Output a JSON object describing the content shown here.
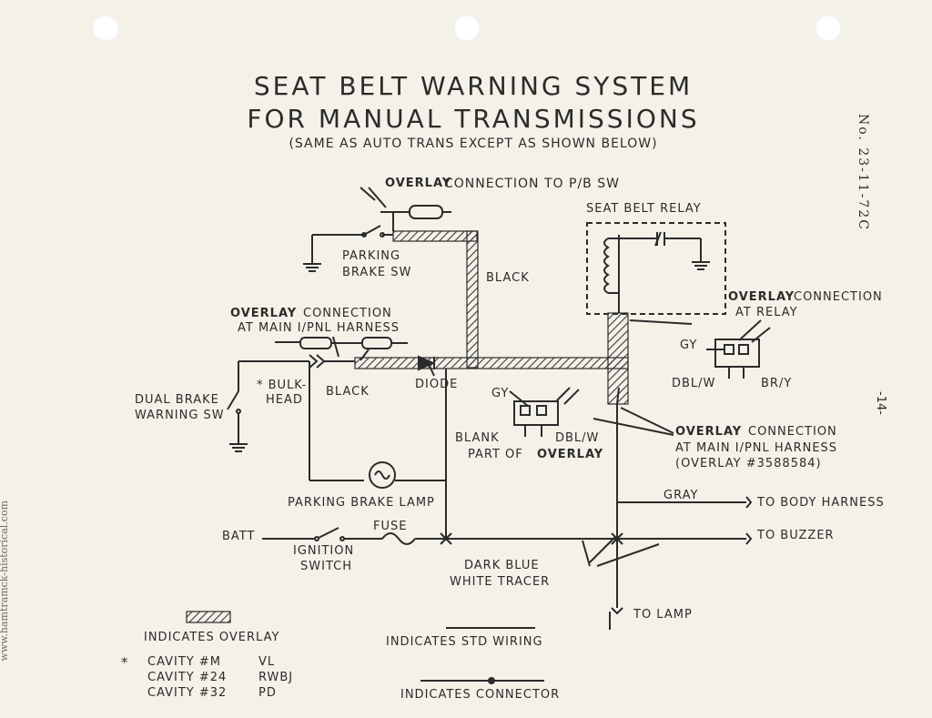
{
  "title": {
    "line1": "SEAT BELT WARNING SYSTEM",
    "line2": "FOR MANUAL TRANSMISSIONS",
    "line3": "(SAME AS AUTO TRANS EXCEPT AS SHOWN BELOW)"
  },
  "side": {
    "doc_no": "No. 23-11-72C",
    "page": "-14-",
    "watermark": "www.hamtramck-historical.com"
  },
  "labels": {
    "overlay_pb_a": "OVERLAY",
    "overlay_pb_b": "CONNECTION TO P/B SW",
    "parking_brake_sw_1": "PARKING",
    "parking_brake_sw_2": "BRAKE SW",
    "black_vertical": "BLACK",
    "seat_belt_relay": "SEAT BELT RELAY",
    "overlay_main_a": "OVERLAY",
    "overlay_main_b": "CONNECTION",
    "overlay_main_c": "AT MAIN I/PNL HARNESS",
    "overlay_relay_a": "OVERLAY",
    "overlay_relay_b": "CONNECTION",
    "overlay_relay_c": "AT RELAY",
    "gy_relay": "GY",
    "dblw_relay": "DBL/W",
    "bry_relay": "BR/Y",
    "bulkhead_1": "* BULK-",
    "bulkhead_2": "HEAD",
    "black_lower": "BLACK",
    "diode": "DIODE",
    "dual_brake_1": "DUAL BRAKE",
    "dual_brake_2": "WARNING SW",
    "gy_lower": "GY",
    "blank": "BLANK",
    "dblw_lower": "DBL/W",
    "part_of_overlay_a": "PART OF",
    "part_of_overlay_b": "OVERLAY",
    "overlay_conn2_a": "OVERLAY",
    "overlay_conn2_b": "CONNECTION",
    "overlay_conn2_c": "AT MAIN I/PNL HARNESS",
    "overlay_conn2_d": "(OVERLAY #3588584)",
    "gray": "GRAY",
    "to_body_harness": "TO BODY HARNESS",
    "parking_brake_lamp": "PARKING BRAKE LAMP",
    "batt": "BATT",
    "fuse": "FUSE",
    "to_buzzer": "TO BUZZER",
    "ignition_1": "IGNITION",
    "ignition_2": "SWITCH",
    "dark_blue_1": "DARK BLUE",
    "dark_blue_2": "WHITE TRACER",
    "to_lamp": "TO LAMP"
  },
  "legend": {
    "overlay": "INDICATES OVERLAY",
    "std_wiring": "INDICATES STD WIRING",
    "connector": "INDICATES CONNECTOR",
    "cavities": [
      {
        "marker": "*",
        "name": "CAVITY #M",
        "code": "VL"
      },
      {
        "marker": "",
        "name": "CAVITY #24",
        "code": "RWBJ"
      },
      {
        "marker": "",
        "name": "CAVITY #32",
        "code": "PD"
      }
    ]
  },
  "colors": {
    "paper": "#f4f1e8",
    "ink": "#2b2b2b",
    "hatch": "#3a3a3a"
  }
}
